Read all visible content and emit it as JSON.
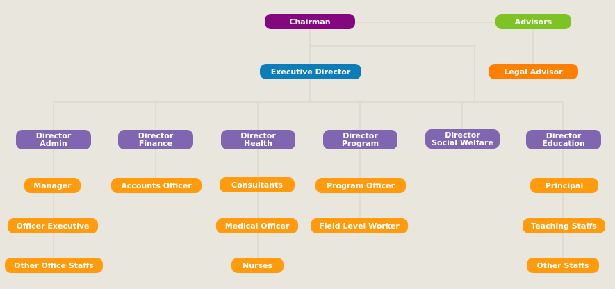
{
  "colors": {
    "chairman": "#84077f",
    "advisors": "#7dc323",
    "executive": "#0c7db9",
    "legal": "#ff8000",
    "director": "#8066b1",
    "staff": "#ff9b0c",
    "line": "#d6d4c6"
  },
  "top": {
    "chairman": "Chairman",
    "advisors": "Advisors",
    "executive_director": "Executive Director",
    "legal_advisor": "Legal Advisor"
  },
  "directors": [
    {
      "line1": "Director",
      "line2": "Admin",
      "staff": [
        "Manager",
        "Officer Executive",
        "Other Office Staffs"
      ]
    },
    {
      "line1": "Director",
      "line2": "Finance",
      "staff": [
        "Accounts Officer"
      ]
    },
    {
      "line1": "Director",
      "line2": "Health",
      "staff": [
        "Consultants",
        "Medical Officer",
        "Nurses"
      ]
    },
    {
      "line1": "Director",
      "line2": "Program",
      "staff": [
        "Program Officer",
        "Field Level Worker"
      ]
    },
    {
      "line1": "Director",
      "line2": "Social Welfare",
      "staff": []
    },
    {
      "line1": "Director",
      "line2": "Education",
      "staff": [
        "Principal",
        "Teaching Staffs",
        "Other Staffs"
      ]
    }
  ]
}
